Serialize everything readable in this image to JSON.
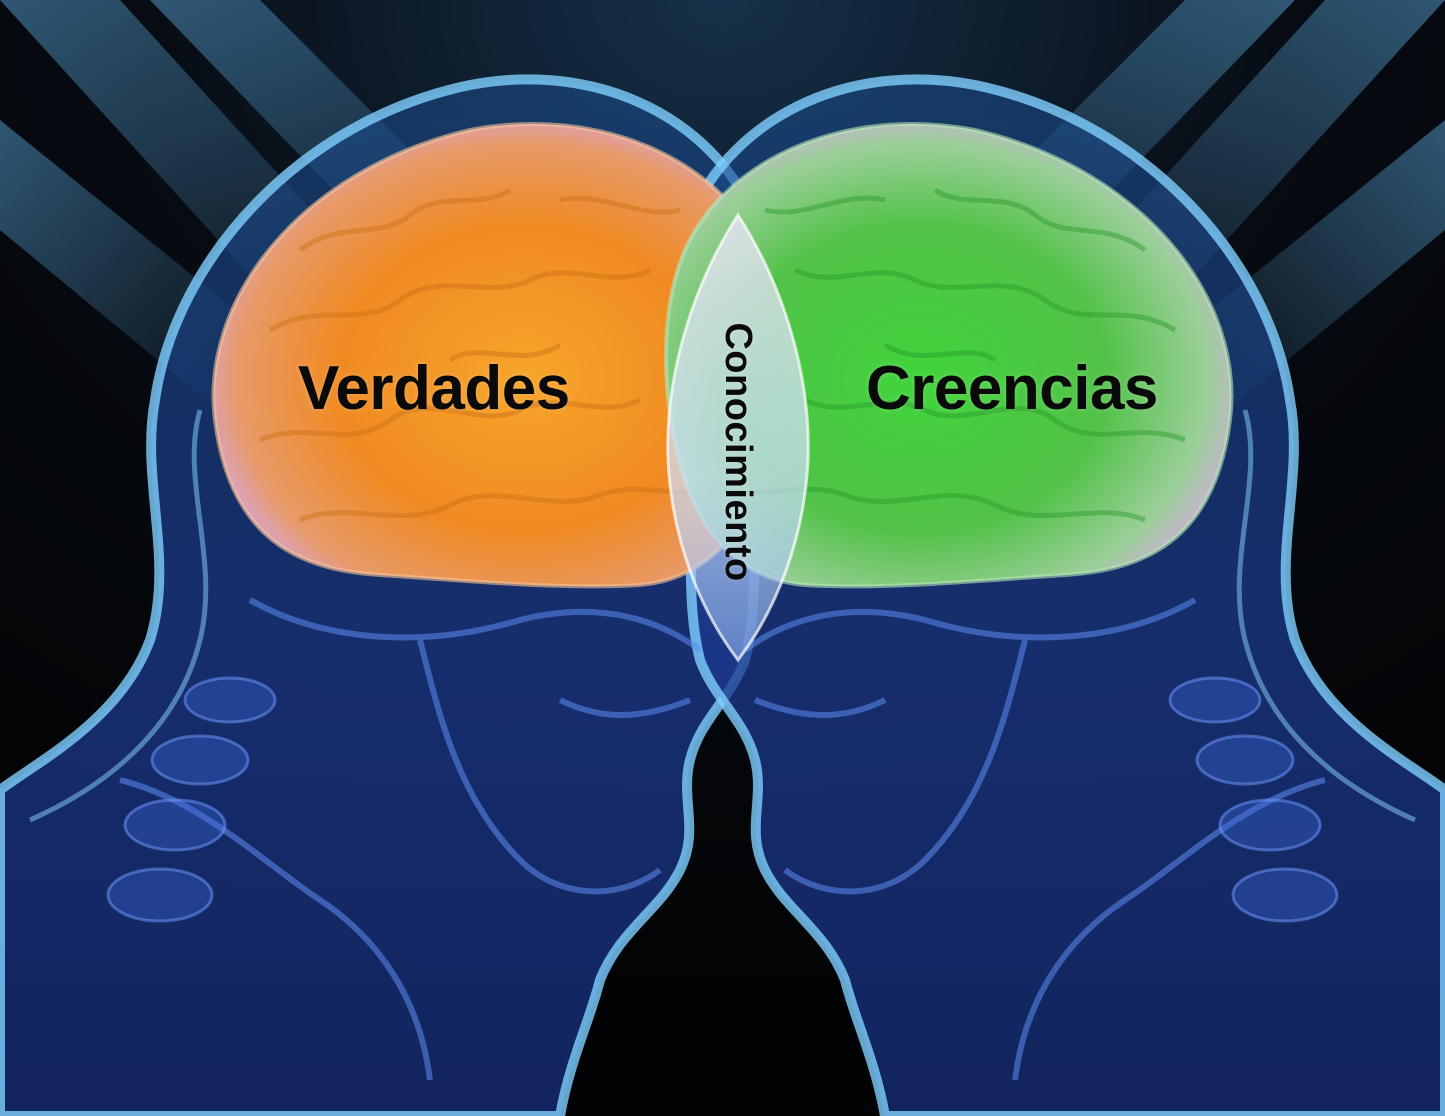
{
  "image": {
    "subject": "two-heads-brain-venn",
    "colors": {
      "background": "#05070c",
      "light_rays": "#3b7fb0",
      "head_outline": "#6fc0f0",
      "skull_blue": "#2a4fc0",
      "brain_left": "#f29a2e",
      "brain_right": "#49c34a",
      "brain_highlight": "#e7a9d8",
      "overlap": "#d9e8ff",
      "text": "#0a0a0a"
    }
  },
  "labels": {
    "left": "Verdades",
    "right": "Creencias",
    "center": "Conocimiento"
  }
}
